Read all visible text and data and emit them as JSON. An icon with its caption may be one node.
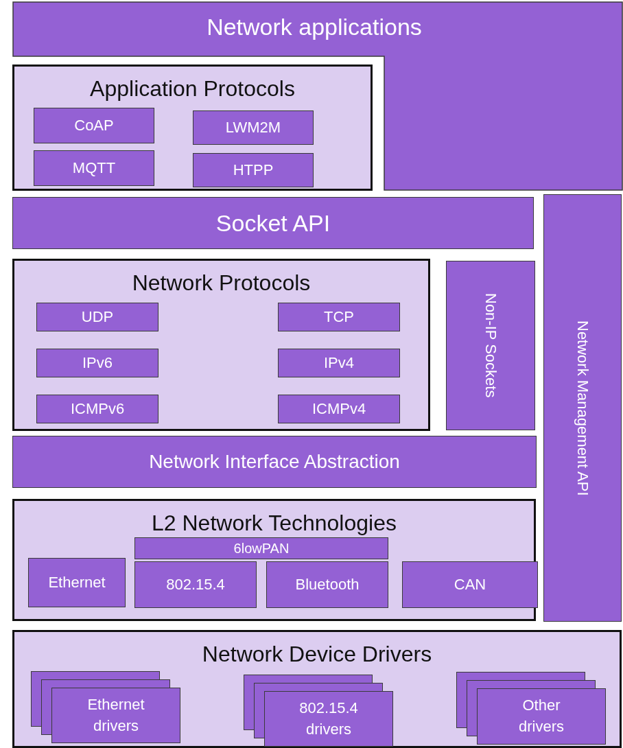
{
  "diagram": {
    "nodes": [
      {
        "text": [
          "Network applications"
        ]
      },
      {
        "text": [
          "Application Protocols"
        ]
      },
      {
        "text": [
          "CoAP"
        ],
        "in": 1
      },
      {
        "text": [
          "LWM2M"
        ],
        "in": 1
      },
      {
        "text": [
          "MQTT"
        ],
        "in": 1
      },
      {
        "text": [
          "HTPP"
        ],
        "in": 1
      },
      {
        "text": [
          "Socket API"
        ]
      },
      {
        "text": [
          "Network Management API"
        ]
      },
      {
        "text": [
          "Network Protocols"
        ]
      },
      {
        "text": [
          "UDP"
        ],
        "in": 8
      },
      {
        "text": [
          "TCP"
        ],
        "in": 8
      },
      {
        "text": [
          "IPv6"
        ],
        "in": 8
      },
      {
        "text": [
          "IPv4"
        ],
        "in": 8
      },
      {
        "text": [
          "ICMPv6"
        ],
        "in": 8
      },
      {
        "text": [
          "ICMPv4"
        ],
        "in": 8
      },
      {
        "text": [
          "Non-IP Sockets"
        ]
      },
      {
        "text": [
          "Network Interface Abstraction"
        ]
      },
      {
        "text": [
          "L2 Network Technologies"
        ]
      },
      {
        "text": [
          "6lowPAN"
        ],
        "in": 17
      },
      {
        "text": [
          "Ethernet"
        ],
        "in": 17
      },
      {
        "text": [
          "802.15.4"
        ],
        "in": 17
      },
      {
        "text": [
          "Bluetooth"
        ],
        "in": 17
      },
      {
        "text": [
          "CAN"
        ],
        "in": 17
      },
      {
        "text": [
          "Network Device Drivers"
        ]
      },
      {
        "text": [
          "Ethernet drivers"
        ],
        "in": 23
      },
      {
        "text": [
          "802.15.4 drivers"
        ],
        "in": 23
      },
      {
        "text": [
          "Other drivers"
        ],
        "in": 23
      }
    ]
  }
}
